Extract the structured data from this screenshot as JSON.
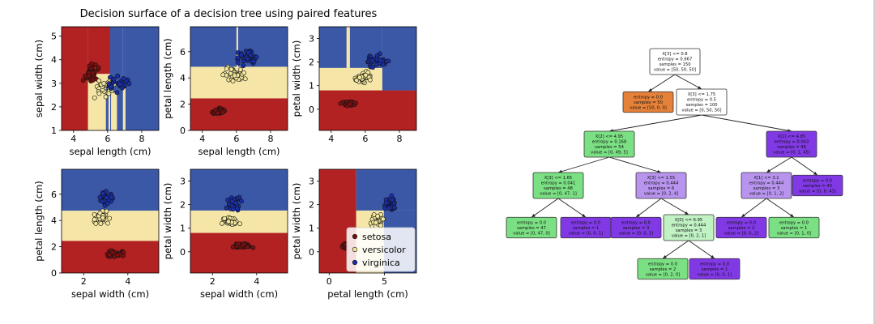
{
  "title": "Decision surface of a decision tree using paired features",
  "colors": {
    "setosa_region": "#b22222",
    "versicolor_region": "#f5e6a8",
    "virginica_region": "#3b58a6",
    "setosa_point": "#7a1010",
    "versicolor_point": "#f3e79b",
    "virginica_point": "#1a2fa8",
    "point_edge": "#111111",
    "leaf_setosa": "#e58139",
    "leaf_versicolor": "#7be083",
    "leaf_versicolor_light": "#c0f2c4",
    "leaf_virginica": "#8139e5",
    "leaf_virginica_light": "#b894ef",
    "root": "#ffffff"
  },
  "legend": [
    "setosa",
    "versicolor",
    "virginica"
  ],
  "chart_data": [
    {
      "type": "scatter",
      "xlabel": "sepal length (cm)",
      "ylabel": "sepal width (cm)",
      "xlim": [
        3.3,
        9.0
      ],
      "ylim": [
        1.0,
        5.4
      ],
      "xticks": [
        4,
        6,
        8
      ],
      "yticks": [
        1,
        2,
        3,
        4,
        5
      ],
      "regions": [
        {
          "class": "setosa",
          "x": [
            3.3,
            4.85
          ],
          "y": [
            1.0,
            5.4
          ]
        },
        {
          "class": "versicolor",
          "x": [
            4.85,
            6.15
          ],
          "y": [
            1.0,
            3.4
          ]
        },
        {
          "class": "setosa",
          "x": [
            4.85,
            6.15
          ],
          "y": [
            3.4,
            5.4
          ]
        },
        {
          "class": "virginica",
          "x": [
            5.9,
            6.05
          ],
          "y": [
            1.0,
            3.1
          ]
        },
        {
          "class": "virginica",
          "x": [
            6.15,
            6.9
          ],
          "y": [
            1.0,
            5.4
          ]
        },
        {
          "class": "versicolor",
          "x": [
            6.2,
            6.55
          ],
          "y": [
            1.0,
            2.6
          ]
        },
        {
          "class": "virginica",
          "x": [
            6.9,
            7.05
          ],
          "y": [
            1.0,
            5.4
          ]
        },
        {
          "class": "versicolor",
          "x": [
            6.9,
            7.05
          ],
          "y": [
            1.0,
            3.2
          ]
        },
        {
          "class": "virginica",
          "x": [
            7.05,
            9.0
          ],
          "y": [
            1.0,
            5.4
          ]
        }
      ]
    },
    {
      "type": "scatter",
      "xlabel": "sepal length (cm)",
      "ylabel": "petal length (cm)",
      "xlim": [
        3.3,
        9.0
      ],
      "ylim": [
        0.0,
        7.9
      ],
      "xticks": [
        4,
        6,
        8
      ],
      "yticks": [
        0,
        2,
        4,
        6
      ],
      "regions": [
        {
          "class": "setosa",
          "x": [
            3.3,
            9.0
          ],
          "y": [
            0.0,
            2.45
          ]
        },
        {
          "class": "versicolor",
          "x": [
            3.3,
            9.0
          ],
          "y": [
            2.45,
            4.85
          ]
        },
        {
          "class": "virginica",
          "x": [
            3.3,
            9.0
          ],
          "y": [
            4.85,
            7.9
          ]
        },
        {
          "class": "versicolor",
          "x": [
            3.3,
            6.05
          ],
          "y": [
            3.75,
            4.1
          ]
        },
        {
          "class": "versicolor",
          "x": [
            6.0,
            6.1
          ],
          "y": [
            4.85,
            7.9
          ]
        }
      ]
    },
    {
      "type": "scatter",
      "xlabel": "",
      "ylabel": "petal width (cm)",
      "xlim": [
        3.3,
        9.0
      ],
      "ylim": [
        -0.9,
        3.5
      ],
      "xticks": [
        4,
        6,
        8
      ],
      "yticks": [
        0,
        1,
        2,
        3
      ],
      "regions": [
        {
          "class": "setosa",
          "x": [
            3.3,
            9.0
          ],
          "y": [
            -0.9,
            0.8
          ]
        },
        {
          "class": "versicolor",
          "x": [
            3.3,
            7.0
          ],
          "y": [
            0.8,
            1.75
          ]
        },
        {
          "class": "virginica",
          "x": [
            7.0,
            9.0
          ],
          "y": [
            0.8,
            3.5
          ]
        },
        {
          "class": "virginica",
          "x": [
            3.3,
            7.0
          ],
          "y": [
            1.75,
            3.5
          ]
        },
        {
          "class": "versicolor",
          "x": [
            3.3,
            6.0
          ],
          "y": [
            1.6,
            1.75
          ]
        },
        {
          "class": "versicolor",
          "x": [
            4.9,
            5.1
          ],
          "y": [
            1.75,
            3.5
          ]
        }
      ]
    },
    {
      "type": "scatter",
      "xlabel": "sepal width (cm)",
      "ylabel": "petal length (cm)",
      "xlim": [
        1.0,
        5.4
      ],
      "ylim": [
        0.0,
        7.9
      ],
      "xticks": [
        2,
        4
      ],
      "yticks": [
        0,
        2,
        4,
        6
      ],
      "regions": [
        {
          "class": "setosa",
          "x": [
            1.0,
            5.4
          ],
          "y": [
            0.0,
            2.45
          ]
        },
        {
          "class": "versicolor",
          "x": [
            1.0,
            5.4
          ],
          "y": [
            2.45,
            4.75
          ]
        },
        {
          "class": "virginica",
          "x": [
            1.0,
            5.4
          ],
          "y": [
            4.75,
            7.9
          ]
        }
      ]
    },
    {
      "type": "scatter",
      "xlabel": "sepal width (cm)",
      "ylabel": "petal width (cm)",
      "xlim": [
        1.0,
        5.4
      ],
      "ylim": [
        -0.9,
        3.5
      ],
      "xticks": [
        2,
        4
      ],
      "yticks": [
        0,
        1,
        2,
        3
      ],
      "regions": [
        {
          "class": "setosa",
          "x": [
            1.0,
            5.4
          ],
          "y": [
            -0.9,
            0.8
          ]
        },
        {
          "class": "versicolor",
          "x": [
            1.0,
            5.4
          ],
          "y": [
            0.8,
            1.75
          ]
        },
        {
          "class": "virginica",
          "x": [
            1.0,
            5.4
          ],
          "y": [
            1.75,
            3.5
          ]
        },
        {
          "class": "versicolor",
          "x": [
            1.0,
            2.3
          ],
          "y": [
            1.5,
            1.65
          ]
        }
      ]
    },
    {
      "type": "scatter",
      "xlabel": "petal length (cm)",
      "ylabel": "petal width (cm)",
      "xlim": [
        -0.9,
        7.9
      ],
      "ylim": [
        -0.9,
        3.5
      ],
      "xticks": [
        0,
        5
      ],
      "yticks": [
        0,
        1,
        2,
        3
      ],
      "regions": [
        {
          "class": "setosa",
          "x": [
            -0.9,
            2.45
          ],
          "y": [
            -0.9,
            3.5
          ]
        },
        {
          "class": "versicolor",
          "x": [
            2.45,
            7.9
          ],
          "y": [
            -0.9,
            1.75
          ]
        },
        {
          "class": "virginica",
          "x": [
            2.45,
            7.9
          ],
          "y": [
            1.75,
            3.5
          ]
        },
        {
          "class": "virginica",
          "x": [
            4.95,
            7.9
          ],
          "y": [
            -0.9,
            1.75
          ]
        }
      ]
    }
  ],
  "tree": {
    "nodes": [
      {
        "id": "root",
        "lines": [
          "X[3] <= 0.8",
          "entropy = 0.667",
          "samples = 150",
          "value = [50, 50, 50]"
        ],
        "fill": "root"
      },
      {
        "id": "n1",
        "lines": [
          "entropy = 0.0",
          "samples = 50",
          "value = [50, 0, 0]"
        ],
        "fill": "leaf_setosa"
      },
      {
        "id": "n2",
        "lines": [
          "X[3] <= 1.75",
          "entropy = 0.5",
          "samples = 100",
          "value = [0, 50, 50]"
        ],
        "fill": "root"
      },
      {
        "id": "n3",
        "lines": [
          "X[2] <= 4.95",
          "entropy = 0.168",
          "samples = 54",
          "value = [0, 49, 5]"
        ],
        "fill": "leaf_versicolor"
      },
      {
        "id": "n4",
        "lines": [
          "X[2] <= 4.85",
          "entropy = 0.043",
          "samples = 46",
          "value = [0, 1, 45]"
        ],
        "fill": "leaf_virginica"
      },
      {
        "id": "n5",
        "lines": [
          "X[3] <= 1.65",
          "entropy = 0.041",
          "samples = 48",
          "value = [0, 47, 1]"
        ],
        "fill": "leaf_versicolor"
      },
      {
        "id": "n6",
        "lines": [
          "X[3] <= 1.55",
          "entropy = 0.444",
          "samples = 6",
          "value = [0, 2, 4]"
        ],
        "fill": "leaf_virginica_light"
      },
      {
        "id": "n7",
        "lines": [
          "X[1] <= 3.1",
          "entropy = 0.444",
          "samples = 3",
          "value = [0, 1, 2]"
        ],
        "fill": "leaf_virginica_light"
      },
      {
        "id": "n8",
        "lines": [
          "entropy = 0.0",
          "samples = 43",
          "value = [0, 0, 43]"
        ],
        "fill": "leaf_virginica"
      },
      {
        "id": "n9",
        "lines": [
          "entropy = 0.0",
          "samples = 47",
          "value = [0, 47, 0]"
        ],
        "fill": "leaf_versicolor"
      },
      {
        "id": "n10",
        "lines": [
          "entropy = 0.0",
          "samples = 1",
          "value = [0, 0, 1]"
        ],
        "fill": "leaf_virginica"
      },
      {
        "id": "n11",
        "lines": [
          "entropy = 0.0",
          "samples = 3",
          "value = [0, 0, 3]"
        ],
        "fill": "leaf_virginica"
      },
      {
        "id": "n12",
        "lines": [
          "X[0] <= 6.95",
          "entropy = 0.444",
          "samples = 3",
          "value = [0, 2, 1]"
        ],
        "fill": "leaf_versicolor_light"
      },
      {
        "id": "n13",
        "lines": [
          "entropy = 0.0",
          "samples = 2",
          "value = [0, 0, 2]"
        ],
        "fill": "leaf_virginica"
      },
      {
        "id": "n14",
        "lines": [
          "entropy = 0.0",
          "samples = 1",
          "value = [0, 1, 0]"
        ],
        "fill": "leaf_versicolor"
      },
      {
        "id": "n15",
        "lines": [
          "entropy = 0.0",
          "samples = 2",
          "value = [0, 2, 0]"
        ],
        "fill": "leaf_versicolor"
      },
      {
        "id": "n16",
        "lines": [
          "entropy = 0.0",
          "samples = 1",
          "value = [0, 0, 1]"
        ],
        "fill": "leaf_virginica"
      }
    ],
    "edges": [
      [
        "root",
        "n1"
      ],
      [
        "root",
        "n2"
      ],
      [
        "n2",
        "n3"
      ],
      [
        "n2",
        "n4"
      ],
      [
        "n3",
        "n5"
      ],
      [
        "n3",
        "n6"
      ],
      [
        "n4",
        "n7"
      ],
      [
        "n4",
        "n8"
      ],
      [
        "n5",
        "n9"
      ],
      [
        "n5",
        "n10"
      ],
      [
        "n6",
        "n11"
      ],
      [
        "n6",
        "n12"
      ],
      [
        "n7",
        "n13"
      ],
      [
        "n7",
        "n14"
      ],
      [
        "n12",
        "n15"
      ],
      [
        "n12",
        "n16"
      ]
    ]
  }
}
